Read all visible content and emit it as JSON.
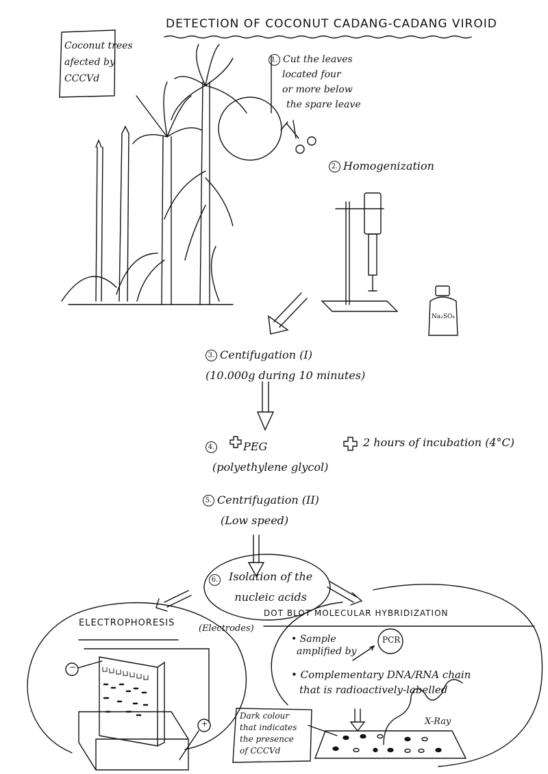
{
  "title": "DETECTION OF COCONUT CADANG-CADANG VIROID",
  "trees_box": {
    "line1": "Coconut trees",
    "line2": "afected by",
    "line3": "CCCVd"
  },
  "step1": {
    "num": "1.",
    "line1": "Cut the leaves",
    "line2": "located four",
    "line3": "or more below",
    "line4": "the spare leave"
  },
  "step2": {
    "num": "2.",
    "label": "Homogenization"
  },
  "bottle_label": "Na₂SO₄",
  "step3": {
    "num": "3.",
    "label": "Centifugation (I)",
    "detail": "(10.000g during 10 minutes)"
  },
  "step4": {
    "num": "4.",
    "peg": "PEG",
    "peg_detail": "(polyethylene glycol)",
    "incubation": "2 hours of incubation (4°C)"
  },
  "step5": {
    "num": "5.",
    "label": "Centrifugation (II)",
    "detail": "(Low speed)"
  },
  "step6": {
    "num": "6.",
    "line1": "Isolation of the",
    "line2": "nucleic acids"
  },
  "electrophoresis": {
    "title": "ELECTROPHORESIS",
    "electrodes": "(Electrodes)",
    "minus": "−",
    "plus": "+"
  },
  "dot_blot": {
    "title": "DOT BLOT MOLECULAR HYBRIDIZATION",
    "bullet1_line1": "Sample",
    "bullet1_line2": "amplified by",
    "pcr": "PCR",
    "bullet2_line1": "Complementary DNA/RNA chain",
    "bullet2_line2": "that is radioactively-labelled",
    "xray": "X-Ray",
    "dark_note_line1": "Dark colour",
    "dark_note_line2": "that indicates",
    "dark_note_line3": "the presence",
    "dark_note_line4": "of CCCVd"
  }
}
